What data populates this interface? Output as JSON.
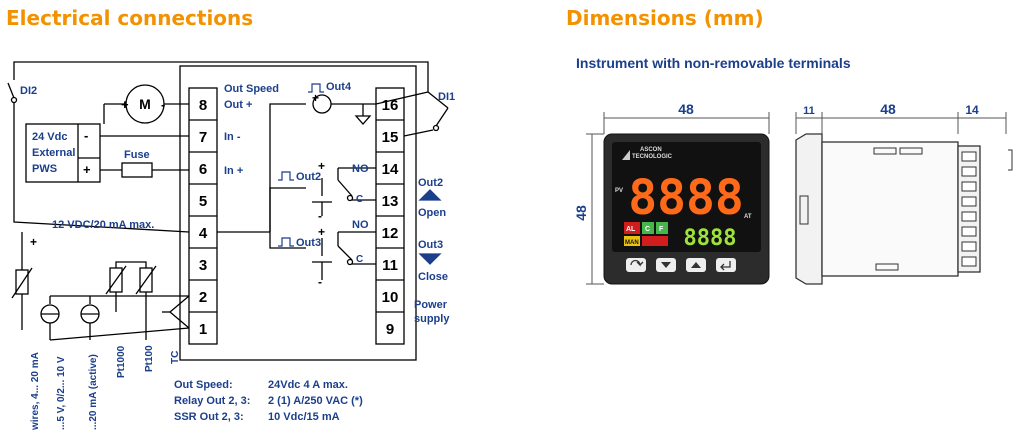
{
  "headings": {
    "electrical": "Electrical connections",
    "dimensions": "Dimensions (mm)",
    "dimensions_sub": "Instrument with non-removable terminals"
  },
  "wiring": {
    "terminals_left": [
      "8",
      "7",
      "6",
      "5",
      "4",
      "3",
      "2",
      "1"
    ],
    "terminals_right": [
      "16",
      "15",
      "14",
      "13",
      "12",
      "11",
      "10",
      "9"
    ],
    "out_speed": "Out Speed",
    "out_plus": "Out +",
    "in_minus": "In -",
    "in_plus": "In +",
    "motor": "M",
    "supply_lines": [
      "24 Vdc",
      "External",
      "PWS"
    ],
    "fuse": "Fuse",
    "di2": "DI2",
    "di1": "DI1",
    "out4": "Out4",
    "out2": "Out2",
    "out3": "Out3",
    "no": "NO",
    "c": "C",
    "open": "Open",
    "close": "Close",
    "power_lines": [
      "Power",
      "supply"
    ],
    "vdc_note": "12 VDC/20 mA max.",
    "sensor_labels": [
      "wires, 4... 20 mA",
      "...5 V, 0/2... 10 V",
      "...20 mA (active)",
      "Pt1000",
      "Pt100",
      "TC"
    ],
    "specs": [
      {
        "name": "Out Speed:",
        "value": "24Vdc 4 A max."
      },
      {
        "name": "Relay Out 2, 3:",
        "value": "2 (1) A/250 VAC (*)"
      },
      {
        "name": "SSR Out 2, 3:",
        "value": "10 Vdc/15 mA"
      }
    ]
  },
  "dimensions": {
    "front_width": "48",
    "front_height": "48",
    "depth_short": "11",
    "depth_long": "48",
    "depth_terminal": "14",
    "brand_lines": [
      "ASCON",
      "TECNOLOGIC"
    ],
    "pv_display": "8888",
    "sv_display": "8888",
    "indicators": [
      "AL",
      "C",
      "F",
      "MAN"
    ],
    "small_labels": [
      "PV",
      "AT"
    ]
  },
  "colors": {
    "heading": "#f39200",
    "label": "#1b3f8b",
    "display_main": "#ff6a1a",
    "display_sub": "#9ee33a"
  }
}
